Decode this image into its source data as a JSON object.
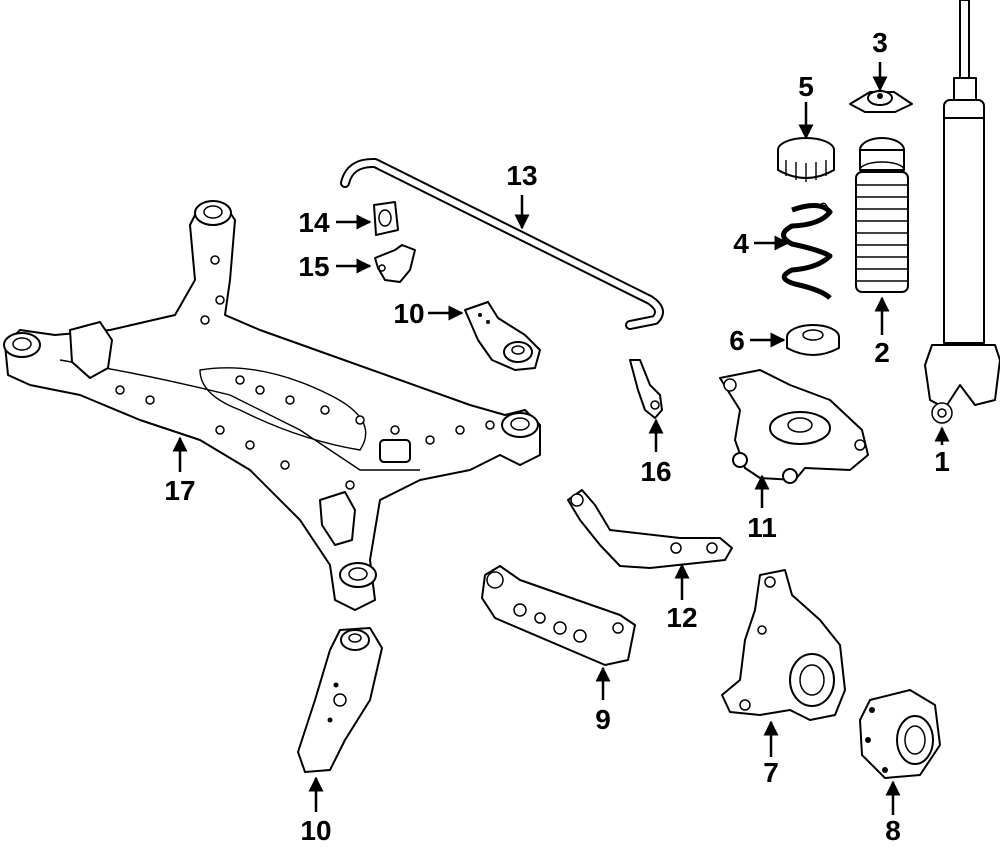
{
  "callouts": [
    {
      "id": "c1",
      "text": "1"
    },
    {
      "id": "c2",
      "text": "2"
    },
    {
      "id": "c3",
      "text": "3"
    },
    {
      "id": "c4",
      "text": "4"
    },
    {
      "id": "c5",
      "text": "5"
    },
    {
      "id": "c6",
      "text": "6"
    },
    {
      "id": "c7",
      "text": "7"
    },
    {
      "id": "c8",
      "text": "8"
    },
    {
      "id": "c9",
      "text": "9"
    },
    {
      "id": "c10a",
      "text": "10"
    },
    {
      "id": "c10b",
      "text": "10"
    },
    {
      "id": "c11",
      "text": "11"
    },
    {
      "id": "c12",
      "text": "12"
    },
    {
      "id": "c13",
      "text": "13"
    },
    {
      "id": "c14",
      "text": "14"
    },
    {
      "id": "c15",
      "text": "15"
    },
    {
      "id": "c16",
      "text": "16"
    },
    {
      "id": "c17",
      "text": "17"
    }
  ]
}
